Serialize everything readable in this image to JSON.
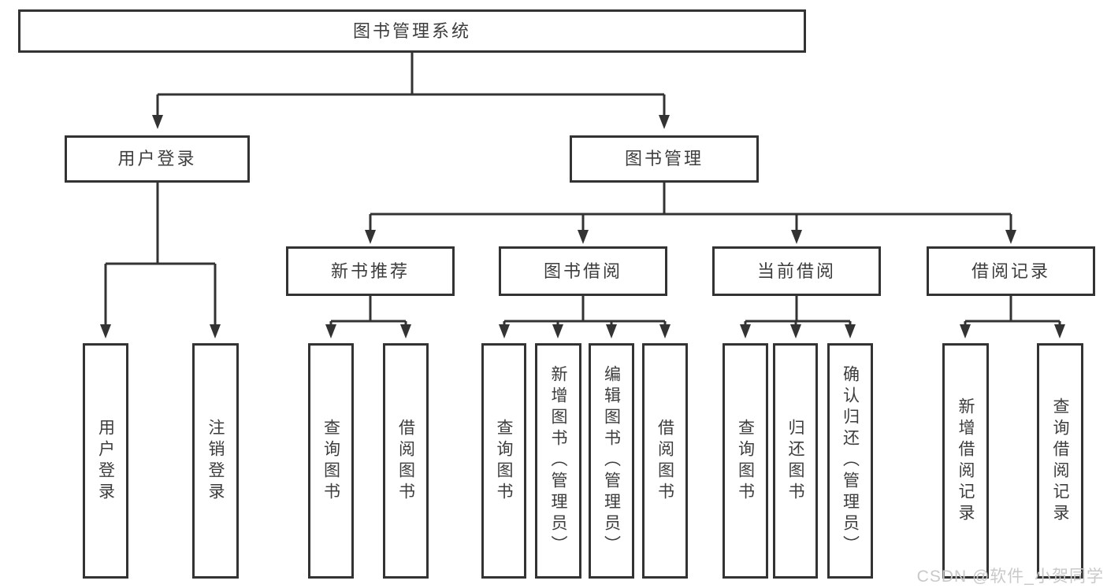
{
  "tree": {
    "label": "图书管理系统",
    "children": [
      {
        "label": "用户登录",
        "children": [
          {
            "label": "用户登录"
          },
          {
            "label": "注销登录"
          }
        ]
      },
      {
        "label": "图书管理",
        "children": [
          {
            "label": "新书推荐",
            "children": [
              {
                "label": "查询图书"
              },
              {
                "label": "借阅图书"
              }
            ]
          },
          {
            "label": "图书借阅",
            "children": [
              {
                "label": "查询图书"
              },
              {
                "label": "新增图书（管理员）"
              },
              {
                "label": "编辑图书（管理员）"
              },
              {
                "label": "借阅图书"
              }
            ]
          },
          {
            "label": "当前借阅",
            "children": [
              {
                "label": "查询图书"
              },
              {
                "label": "归还图书"
              },
              {
                "label": "确认归还（管理员）"
              }
            ]
          },
          {
            "label": "借阅记录",
            "children": [
              {
                "label": "新增借阅记录"
              },
              {
                "label": "查询借阅记录"
              }
            ]
          }
        ]
      }
    ]
  },
  "watermark": "CSDN @软件_小贺同学",
  "colors": {
    "line": "#333333",
    "text": "#3d3d3d",
    "watermark": "#c9c9c9",
    "background": "#ffffff"
  }
}
